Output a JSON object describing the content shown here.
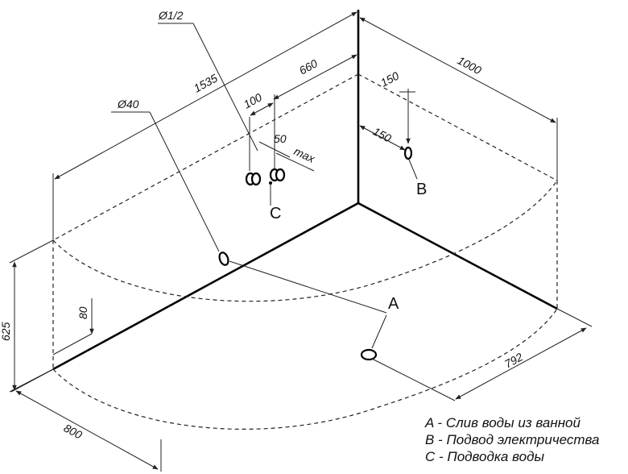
{
  "dimensions": {
    "d1535": "1535",
    "d660": "660",
    "d1000": "1000",
    "d150_top": "150",
    "d150_side": "150",
    "d100": "100",
    "d50": "50",
    "max": "max",
    "d625": "625",
    "d80": "80",
    "d800": "800",
    "d792": "792",
    "pipe_water": "Ø1/2",
    "pipe_drain": "Ø40"
  },
  "points": {
    "A": "A",
    "B": "B",
    "C": "C"
  },
  "legend": [
    "A - Слив воды из ванной",
    "B - Подвод электричества",
    "C - Подводка воды"
  ]
}
